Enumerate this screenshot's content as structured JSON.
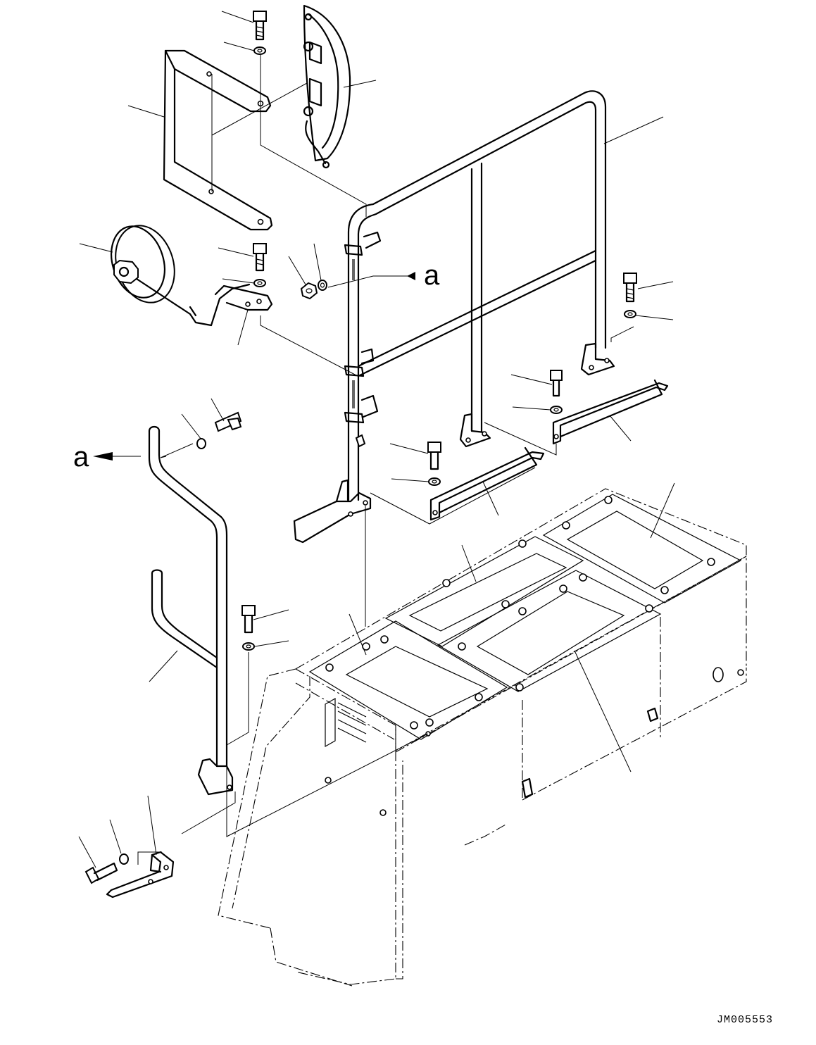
{
  "diagram": {
    "view_markers": [
      "a",
      "a"
    ],
    "drawing_code": "JM005553"
  }
}
